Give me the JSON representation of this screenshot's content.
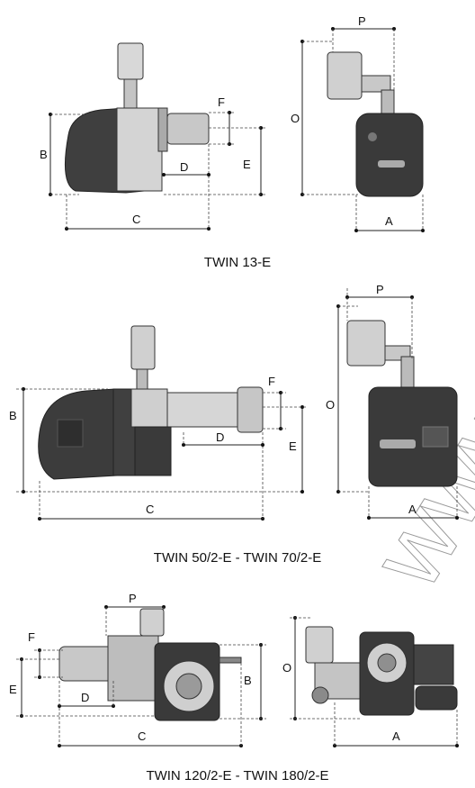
{
  "captions": {
    "twin13": "TWIN 13-E",
    "twin50": "TWIN 50/2-E - TWIN 70/2-E",
    "twin120": "TWIN 120/2-E - TWIN 180/2-E"
  },
  "labels": {
    "A": "A",
    "B": "B",
    "C": "C",
    "D": "D",
    "E": "E",
    "F": "F",
    "O": "O",
    "P": "P"
  },
  "watermark": "www",
  "colors": {
    "body": "#3a3a3a",
    "tube": "#c9c9c9",
    "line": "#222222"
  }
}
